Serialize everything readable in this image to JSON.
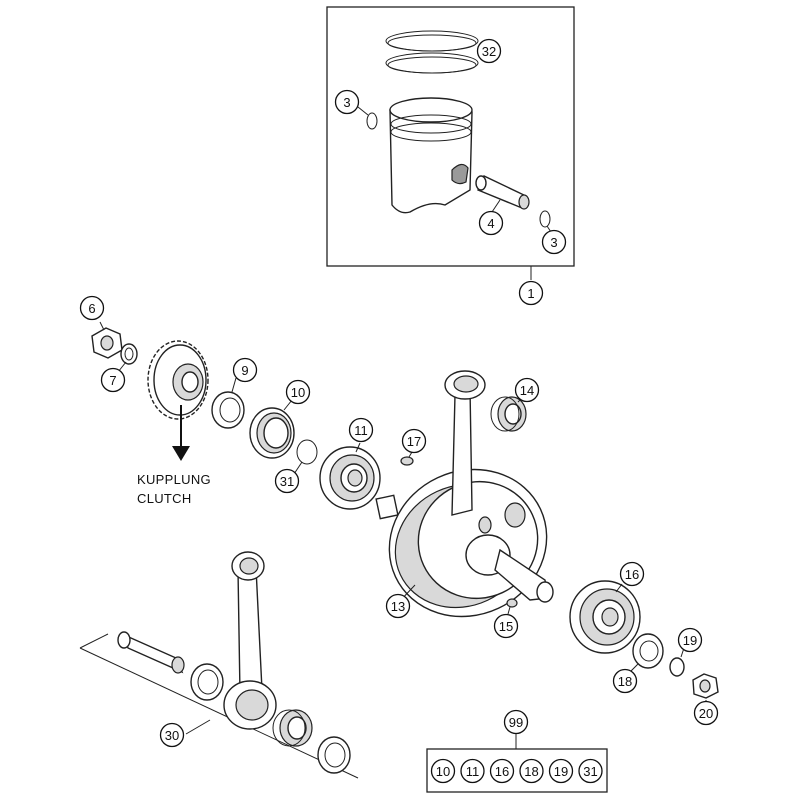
{
  "callouts": [
    {
      "id": "c1",
      "label": "1"
    },
    {
      "id": "c32",
      "label": "32"
    },
    {
      "id": "c3a",
      "label": "3"
    },
    {
      "id": "c4",
      "label": "4"
    },
    {
      "id": "c3b",
      "label": "3"
    },
    {
      "id": "c6",
      "label": "6"
    },
    {
      "id": "c7",
      "label": "7"
    },
    {
      "id": "c9",
      "label": "9"
    },
    {
      "id": "c10",
      "label": "10"
    },
    {
      "id": "c11",
      "label": "11"
    },
    {
      "id": "c14",
      "label": "14"
    },
    {
      "id": "c17",
      "label": "17"
    },
    {
      "id": "c31",
      "label": "31"
    },
    {
      "id": "c13",
      "label": "13"
    },
    {
      "id": "c15",
      "label": "15"
    },
    {
      "id": "c16",
      "label": "16"
    },
    {
      "id": "c19",
      "label": "19"
    },
    {
      "id": "c18",
      "label": "18"
    },
    {
      "id": "c20",
      "label": "20"
    },
    {
      "id": "c30",
      "label": "30"
    },
    {
      "id": "c99",
      "label": "99"
    }
  ],
  "clutch_note": {
    "line1": "KUPPLUNG",
    "line2": "CLUTCH"
  },
  "kit_99_contents": [
    "10",
    "11",
    "16",
    "18",
    "19",
    "31"
  ]
}
